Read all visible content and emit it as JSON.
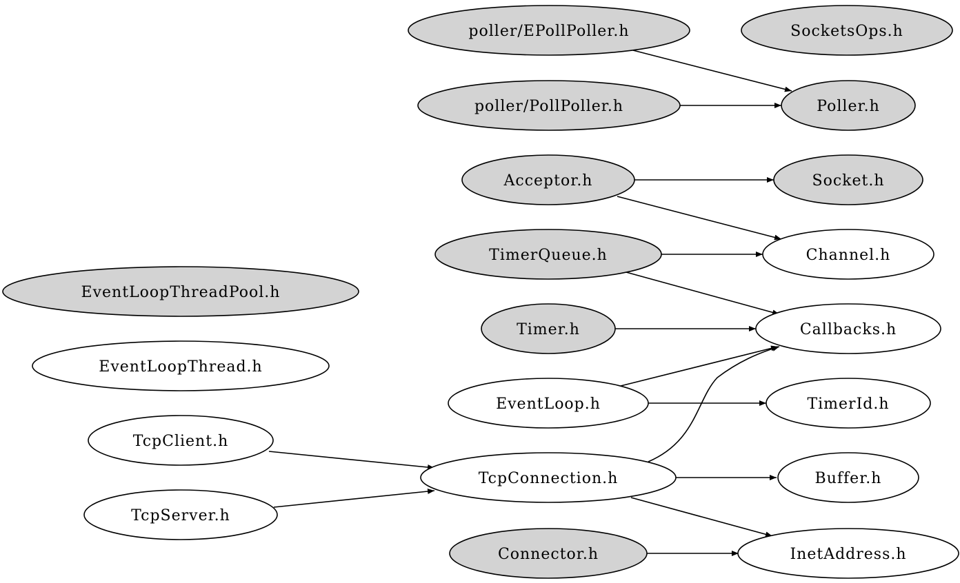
{
  "diagram": {
    "colors": {
      "filled": "#d3d3d3",
      "unfilled": "#ffffff",
      "stroke": "#000000"
    },
    "nodes": [
      {
        "id": "epollpoller",
        "label": "poller/EPollPoller.h",
        "filled": true
      },
      {
        "id": "socketsops",
        "label": "SocketsOps.h",
        "filled": true
      },
      {
        "id": "pollpoller",
        "label": "poller/PollPoller.h",
        "filled": true
      },
      {
        "id": "poller",
        "label": "Poller.h",
        "filled": true
      },
      {
        "id": "acceptor",
        "label": "Acceptor.h",
        "filled": true
      },
      {
        "id": "socket",
        "label": "Socket.h",
        "filled": true
      },
      {
        "id": "timerqueue",
        "label": "TimerQueue.h",
        "filled": true
      },
      {
        "id": "channel",
        "label": "Channel.h",
        "filled": false
      },
      {
        "id": "eventloopthreadpool",
        "label": "EventLoopThreadPool.h",
        "filled": true
      },
      {
        "id": "timer",
        "label": "Timer.h",
        "filled": true
      },
      {
        "id": "callbacks",
        "label": "Callbacks.h",
        "filled": false
      },
      {
        "id": "eventloopthread",
        "label": "EventLoopThread.h",
        "filled": false
      },
      {
        "id": "eventloop",
        "label": "EventLoop.h",
        "filled": false
      },
      {
        "id": "timerid",
        "label": "TimerId.h",
        "filled": false
      },
      {
        "id": "tcpclient",
        "label": "TcpClient.h",
        "filled": false
      },
      {
        "id": "tcpconnection",
        "label": "TcpConnection.h",
        "filled": false
      },
      {
        "id": "buffer",
        "label": "Buffer.h",
        "filled": false
      },
      {
        "id": "tcpserver",
        "label": "TcpServer.h",
        "filled": false
      },
      {
        "id": "connector",
        "label": "Connector.h",
        "filled": true
      },
      {
        "id": "inetaddress",
        "label": "InetAddress.h",
        "filled": false
      }
    ],
    "edges": [
      {
        "from": "epollpoller",
        "to": "poller"
      },
      {
        "from": "pollpoller",
        "to": "poller"
      },
      {
        "from": "acceptor",
        "to": "socket"
      },
      {
        "from": "acceptor",
        "to": "channel"
      },
      {
        "from": "timerqueue",
        "to": "channel"
      },
      {
        "from": "timerqueue",
        "to": "callbacks"
      },
      {
        "from": "timer",
        "to": "callbacks"
      },
      {
        "from": "eventloop",
        "to": "callbacks"
      },
      {
        "from": "eventloop",
        "to": "timerid"
      },
      {
        "from": "tcpconnection",
        "to": "callbacks"
      },
      {
        "from": "tcpclient",
        "to": "tcpconnection"
      },
      {
        "from": "tcpserver",
        "to": "tcpconnection"
      },
      {
        "from": "tcpconnection",
        "to": "buffer"
      },
      {
        "from": "tcpconnection",
        "to": "inetaddress"
      },
      {
        "from": "connector",
        "to": "inetaddress"
      }
    ]
  }
}
